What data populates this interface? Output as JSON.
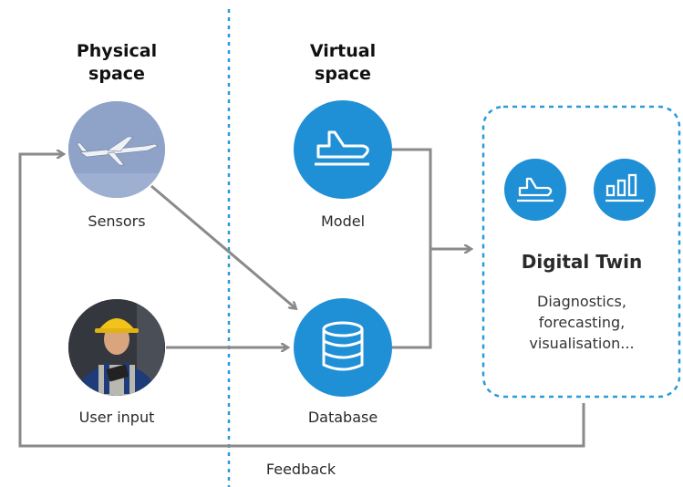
{
  "headings": {
    "physical": "Physical\nspace",
    "virtual": "Virtual\nspace"
  },
  "nodes": {
    "sensors": {
      "label": "Sensors",
      "icon": "airplane-photo-icon"
    },
    "user_input": {
      "label": "User input",
      "icon": "worker-photo-icon"
    },
    "model": {
      "label": "Model",
      "icon": "airplane-icon"
    },
    "database": {
      "label": "Database",
      "icon": "database-icon"
    }
  },
  "twin": {
    "title": "Digital Twin",
    "description": "Diagnostics,\nforecasting,\nvisualisation...",
    "icons": [
      "airplane-icon",
      "bar-chart-icon"
    ]
  },
  "feedback": {
    "label": "Feedback"
  },
  "colors": {
    "accent": "#1f8fd6",
    "arrow": "#8a8a8a",
    "divider": "#2a9ad8",
    "sky": "#8fa3c9"
  }
}
